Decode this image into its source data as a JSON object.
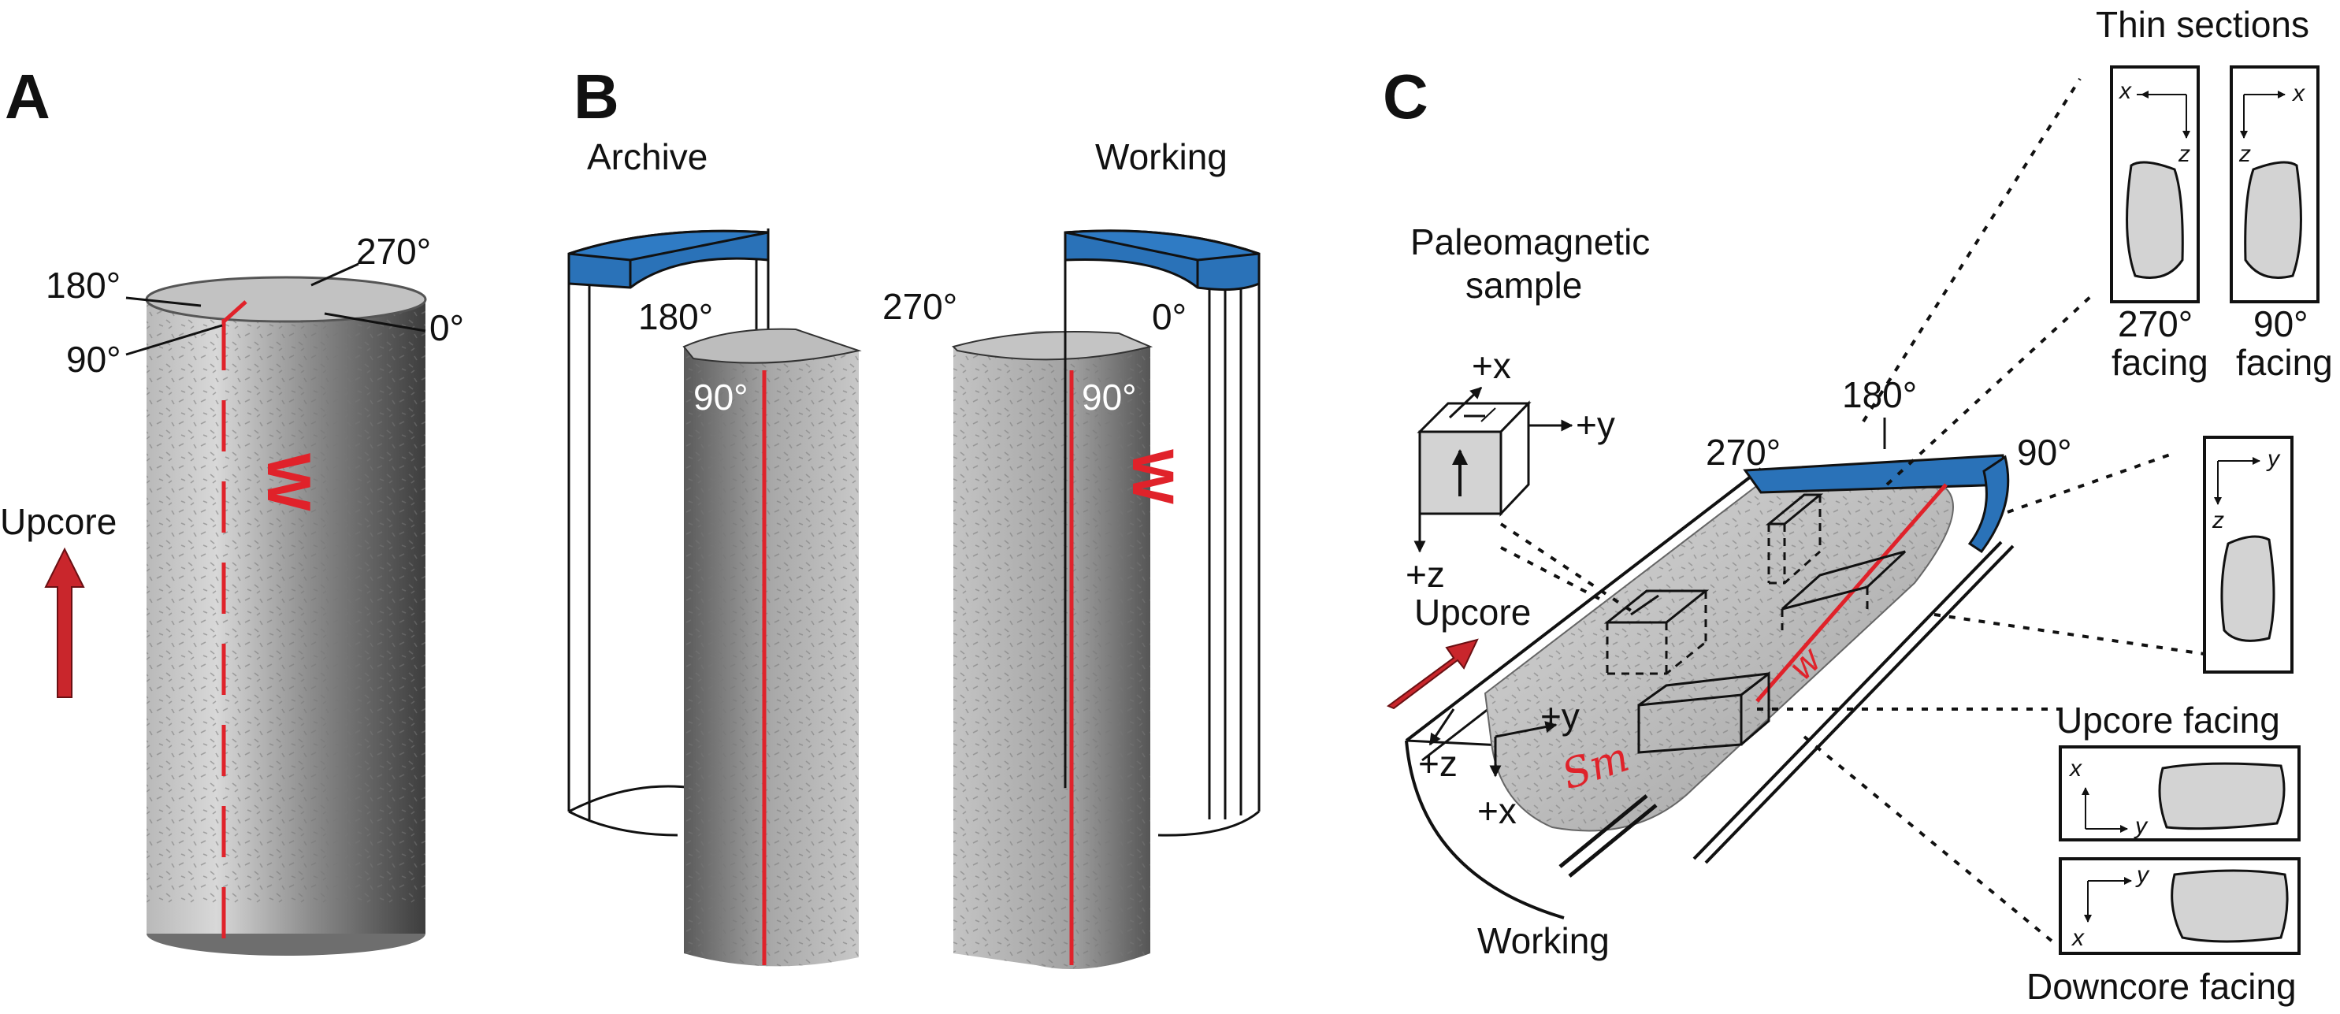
{
  "panels": {
    "a": {
      "letter": "A",
      "angle_180": "180°",
      "angle_270": "270°",
      "angle_0": "0°",
      "angle_90": "90°",
      "upcore": "Upcore",
      "mark": "W"
    },
    "b": {
      "letter": "B",
      "archive": "Archive",
      "working": "Working",
      "angle_180": "180°",
      "angle_270": "270°",
      "angle_0": "0°",
      "angle_90_left": "90°",
      "angle_90_right": "90°",
      "mark": "W"
    },
    "c": {
      "letter": "C",
      "paleo_line1": "Paleomagnetic",
      "paleo_line2": "sample",
      "px": "+x",
      "py": "+y",
      "pz": "+z",
      "upcore": "Upcore",
      "angle_270": "270°",
      "angle_180": "180°",
      "angle_90": "90°",
      "in_y": "+y",
      "in_z": "+z",
      "in_x": "+x",
      "working": "Working",
      "w_mark": "w",
      "signature": "Sm",
      "thin_sections_title": "Thin sections",
      "ts1_caption1": "270°",
      "ts1_caption2": "facing",
      "ts2_caption1": "90°",
      "ts2_caption2": "facing",
      "ts1_x": "x",
      "ts1_z": "z",
      "ts2_x": "x",
      "ts2_z": "z",
      "ts3_y": "y",
      "ts3_z": "z",
      "upcore_facing": "Upcore facing",
      "downcore_facing": "Downcore facing",
      "ts4_x": "x",
      "ts4_y": "y",
      "ts5_y": "y",
      "ts5_x": "x"
    }
  },
  "colors": {
    "blue": "#2a72b8",
    "red": "#e0222a",
    "arrow_red": "#c9262c",
    "core_light": "#cfcfcf",
    "core_dark": "#4a4a4a",
    "sample_gray": "#d3d3d3"
  }
}
